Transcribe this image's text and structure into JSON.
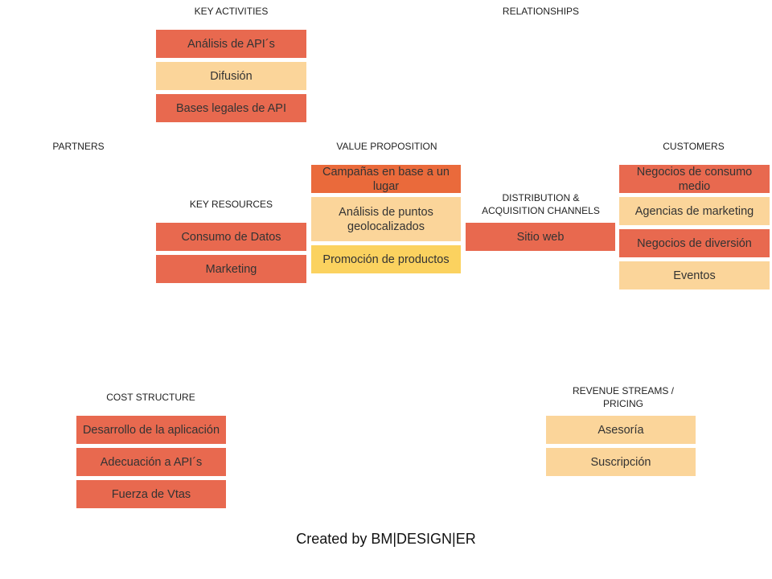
{
  "headers": {
    "key_activities": "KEY ACTIVITIES",
    "relationships": "RELATIONSHIPS",
    "partners": "PARTNERS",
    "value_proposition": "VALUE PROPOSITION",
    "customers": "CUSTOMERS",
    "key_resources": "KEY RESOURCES",
    "distribution": "DISTRIBUTION  &  ACQUISITION  CHANNELS",
    "cost_structure": "COST  STRUCTURE",
    "revenue_streams": "REVENUE  STREAMS  /  PRICING"
  },
  "key_activities": [
    "Análisis de API´s",
    "Difusión",
    "Bases legales de API"
  ],
  "key_resources": [
    "Consumo de Datos",
    "Marketing"
  ],
  "value_proposition": [
    "Campañas en base a un lugar",
    "Análisis de puntos geolocalizados",
    "Promoción de productos"
  ],
  "channels": [
    "Sitio web"
  ],
  "customers": [
    "Negocios de consumo medio",
    "Agencias de marketing",
    "Negocios de diversión",
    "Eventos"
  ],
  "cost_structure": [
    "Desarrollo de la aplicación",
    "Adecuación a API´s",
    "Fuerza de Vtas"
  ],
  "revenue_streams": [
    "Asesoría",
    "Suscripción"
  ],
  "footer": "Created by BM|DESIGN|ER",
  "colors": {
    "red": "#e8694f",
    "orange": "#ea6a3b",
    "peach": "#fbd59a",
    "yellow": "#fbd25f"
  }
}
